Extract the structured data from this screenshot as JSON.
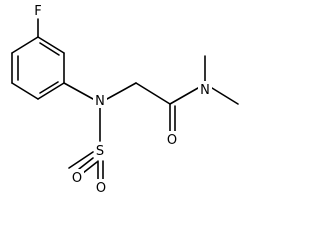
{
  "molecule": {
    "atoms": {
      "fluorine": "F",
      "amine_nitrogen": "N",
      "amide_nitrogen": "N",
      "carbonyl_oxygen": "O",
      "sulfur": "S",
      "sulfonyl_oxygen_left": "O",
      "sulfonyl_oxygen_bottom": "O"
    }
  },
  "colors": {
    "bond": "#000000",
    "label": "#000000",
    "background": "#ffffff"
  }
}
